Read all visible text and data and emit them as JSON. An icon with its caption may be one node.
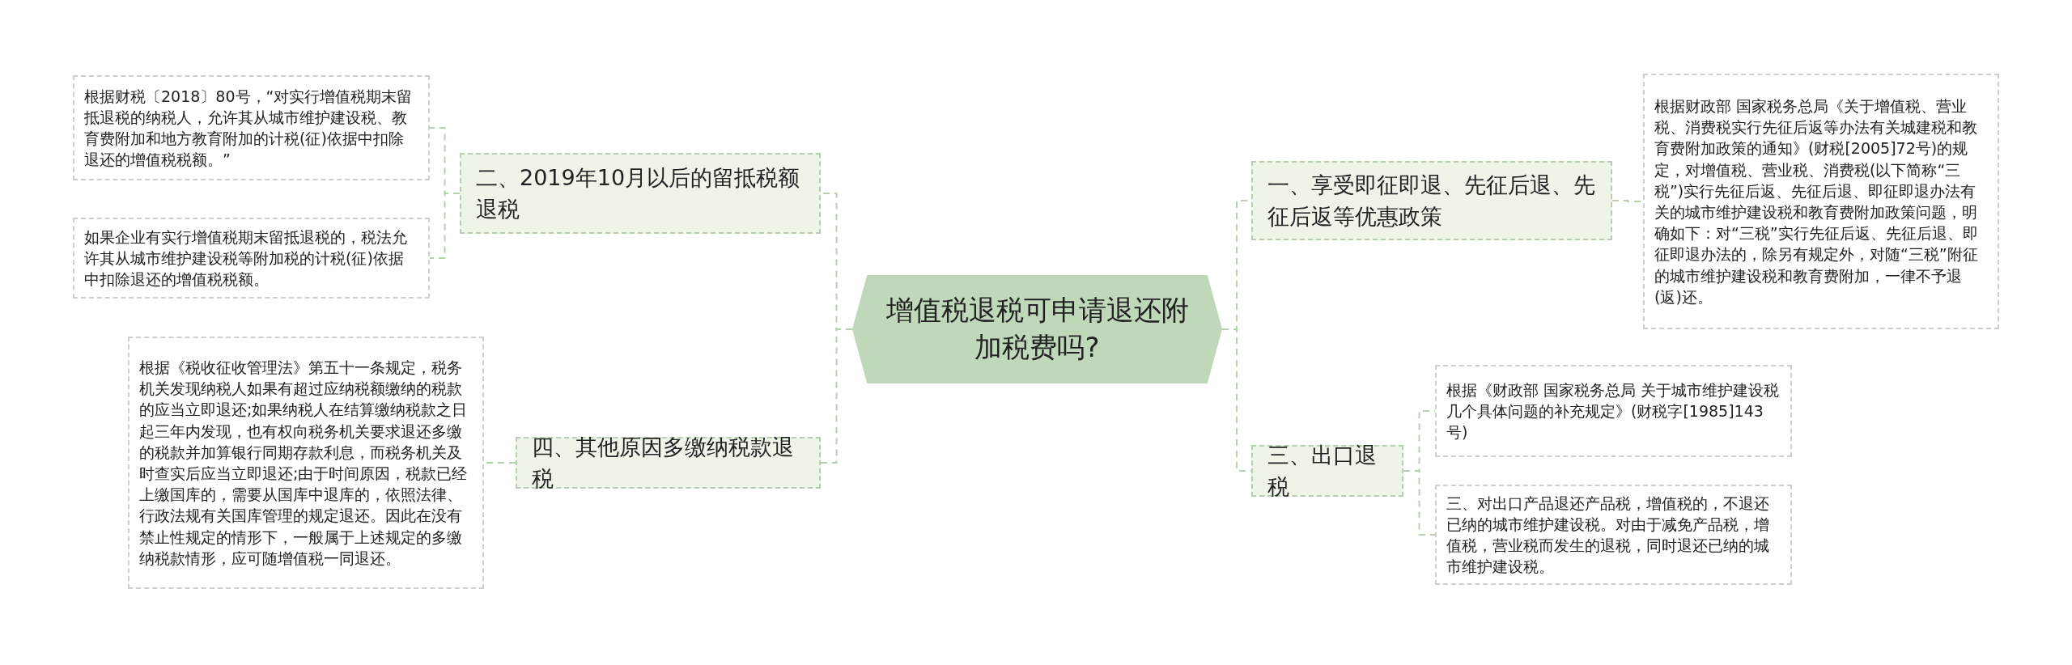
{
  "diagram": {
    "nodes": [
      {
        "text": [
          "增值税退税可申请退还附加税费吗?"
        ]
      },
      {
        "text": [
          "一、享受即征即退、先征后退、先征后返等优惠政策"
        ]
      },
      {
        "text": [
          "根据财政部 国家税务总局《关于增值税、营业税、消费税实行先征后返等办法有关城建税和教育费附加政策的通知》(财税[2005]72号)的规定，对增值税、营业税、消费税(以下简称“三税”)实行先征后返、先征后退、即征即退办法有关的城市维护建设税和教育费附加政策问题，明确如下：对“三税”实行先征后返、先征后退、即征即退办法的，除另有规定外，对随“三税”附征的城市维护建设税和教育费附加，一律不予退(返)还。"
        ]
      },
      {
        "text": [
          "三、出口退税"
        ]
      },
      {
        "text": [
          "根据《财政部 国家税务总局 关于城市维护建设税几个具体问题的补充规定》(财税字[1985]143号)"
        ]
      },
      {
        "text": [
          "三、对出口产品退还产品税，增值税的，不退还已纳的城市维护建设税。对由于减免产品税，增值税，营业税而发生的退税，同时退还已纳的城市维护建设税。"
        ]
      },
      {
        "text": [
          "二、2019年10月以后的留抵税额退税"
        ]
      },
      {
        "text": [
          "根据财税〔2018〕80号，“对实行增值税期末留抵退税的纳税人，允许其从城市维护建设税、教育费附加和地方教育附加的计税(征)依据中扣除退还的增值税税额。”"
        ]
      },
      {
        "text": [
          "如果企业有实行增值税期末留抵退税的，税法允许其从城市维护建设税等附加税的计税(征)依据中扣除退还的增值税税额。"
        ]
      },
      {
        "text": [
          "四、其他原因多缴纳税款退税"
        ]
      },
      {
        "text": [
          "根据《税收征收管理法》第五十一条规定，税务机关发现纳税人如果有超过应纳税额缴纳的税款的应当立即退还;如果纳税人在结算缴纳税款之日起三年内发现，也有权向税务机关要求退还多缴的税款并加算银行同期存款利息，而税务机关及时查实后应当立即退还;由于时间原因，税款已经上缴国库的，需要从国库中退库的，依照法律、行政法规有关国库管理的规定退还。因此在没有禁止性规定的情形下，一般属于上述规定的多缴纳税款情形，应可随增值税一同退还。"
        ]
      }
    ],
    "edges": [
      {
        "from": 0,
        "to": 1,
        "arrow": "none"
      },
      {
        "from": 1,
        "to": 2,
        "arrow": "none"
      },
      {
        "from": 0,
        "to": 3,
        "arrow": "none"
      },
      {
        "from": 3,
        "to": 4,
        "arrow": "none"
      },
      {
        "from": 3,
        "to": 5,
        "arrow": "none"
      },
      {
        "from": 0,
        "to": 6,
        "arrow": "none"
      },
      {
        "from": 6,
        "to": 7,
        "arrow": "none"
      },
      {
        "from": 6,
        "to": 8,
        "arrow": "none"
      },
      {
        "from": 0,
        "to": 9,
        "arrow": "none"
      },
      {
        "from": 9,
        "to": 10,
        "arrow": "none"
      }
    ]
  }
}
